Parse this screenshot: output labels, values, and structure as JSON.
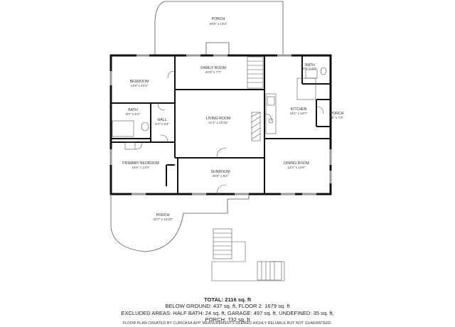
{
  "rooms": {
    "porch_top": {
      "name": "PORCH",
      "dims": "30'6\" x 13'2\""
    },
    "family_room": {
      "name": "FAMILY ROOM",
      "dims": "20'6\" x 7'7\""
    },
    "bath_upper": {
      "name": "BATH",
      "dims": "6'6\" x 6'5\""
    },
    "bedroom": {
      "name": "BEDROOM",
      "dims": "14'8\" x 10'2\""
    },
    "bath_left": {
      "name": "BATH",
      "dims": "9'0\" x 6'1\""
    },
    "hall": {
      "name": "HALL",
      "dims": "3'3\" x 9'4\""
    },
    "living_room": {
      "name": "LIVING ROOM",
      "dims": "21'1\" x 10'10\""
    },
    "kitchen": {
      "name": "KITCHEN",
      "dims": "15'1\" x 19'7\""
    },
    "porch_small": {
      "name": "PORCH",
      "dims": "5'8\" x 7'2\""
    },
    "primary_bedroom": {
      "name": "PRIMARY BEDROOM",
      "dims": "15'9\" x 12'6\""
    },
    "sunroom": {
      "name": "SUNROOM",
      "dims": "20'0\" x 8'4\""
    },
    "dining_room": {
      "name": "DINING ROOM",
      "dims": "13'2\" x 12'8\""
    },
    "porch_bottom": {
      "name": "PORCH",
      "dims": "32'7\" x 12'10\""
    }
  },
  "summary": {
    "total": "TOTAL: 2116 sq. ft",
    "line1": "BELOW GROUND: 437 sq. ft, FLOOR 2: 1679 sq. ft",
    "line2": "EXCLUDED AREAS: HALF BATH: 24 sq. ft, GARAGE: 497 sq. ft, UNDEFINED: 35 sq. ft,",
    "line3": "PORCH: 732 sq. ft"
  },
  "credit": "FLOOR PLAN CREATED BY CUBICASA APP. MEASUREMENTS DEEMED HIGHLY RELIABLE BUT NOT GUARANTEED.",
  "colors": {
    "wall": "#111111",
    "thin_line": "#555555",
    "window": "#9a9a9a"
  }
}
